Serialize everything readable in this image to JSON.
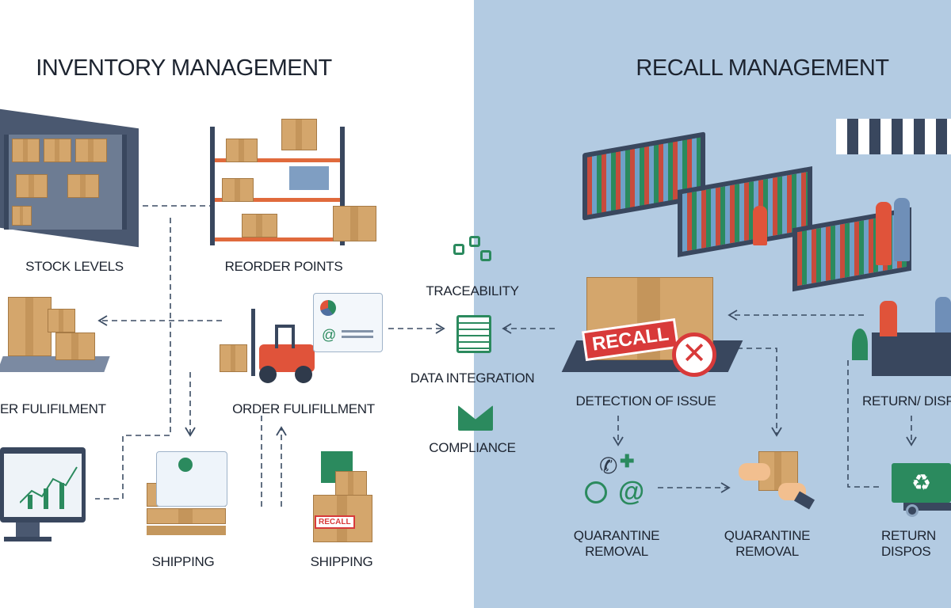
{
  "colors": {
    "right_background": "#b3cbe2",
    "box": "#d4a66c",
    "shelf": "#39475e",
    "accent_green": "#2b8a5e",
    "recall_red": "#d83a3a"
  },
  "left": {
    "title": "INVENTORY MANAGEMENT",
    "labels": {
      "stock_levels": "STOCK LEVELS",
      "reorder_points": "REORDER POINTS",
      "order_fulfilment_left": "ER FULIFILMENT",
      "order_fulfillment": "ORDER FULIFILLMENT",
      "shipping_1": "SHIPPING",
      "shipping_2": "SHIPPING"
    },
    "recall_stamp": "RECALL"
  },
  "center": {
    "traceability": "TRACEABILITY",
    "data_integration": "DATA INTEGRATION",
    "compliance": "COMPLIANCE"
  },
  "right": {
    "title": "RECALL MANAGEMENT",
    "labels": {
      "detection": "DETECTION OF ISSUE",
      "return_disposal_top": "RETURN/ DISP",
      "quarantine_1": "QUARANTINE\nREMOVAL",
      "quarantine_2": "QUARANTINE\nREMOVAL",
      "return_disposal_bottom": "RETURN\nDISPOS"
    },
    "recall_stamp": "RECALL"
  }
}
